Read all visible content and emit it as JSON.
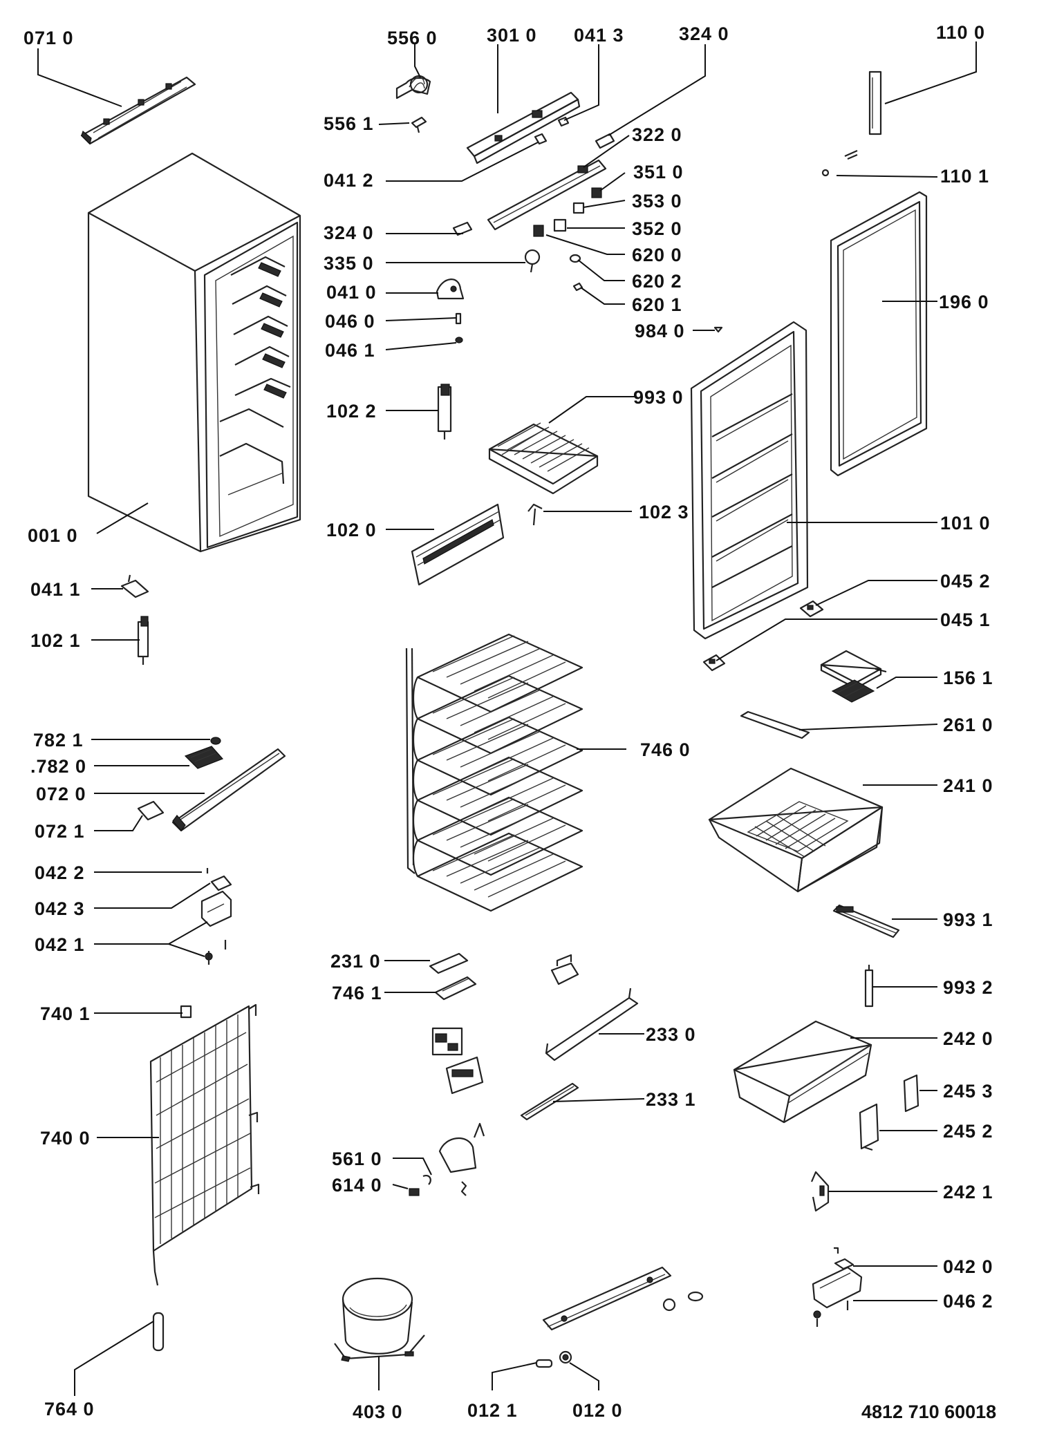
{
  "labels": {
    "p0710": "071 0",
    "p5560": "556 0",
    "p3010": "301 0",
    "p0413": "041 3",
    "p3240a": "324 0",
    "p1100": "110 0",
    "p5561": "556 1",
    "p3220": "322 0",
    "p0412": "041 2",
    "p3510": "351 0",
    "p1101": "110 1",
    "p3530": "353 0",
    "p3240b": "324 0",
    "p3520": "352 0",
    "p6200": "620 0",
    "p3350": "335 0",
    "p6202": "620 2",
    "p0410": "041 0",
    "p1960": "196 0",
    "p6201": "620 1",
    "p0460": "046 0",
    "p9840": "984 0",
    "p0461": "046 1",
    "p1022": "102 2",
    "p9930": "993 0",
    "p0010": "001 0",
    "p1020": "102 0",
    "p1023": "102 3",
    "p1010": "101 0",
    "p0411": "041 1",
    "p0452": "045 2",
    "p1021": "102 1",
    "p0451": "045 1",
    "p1561": "156 1",
    "p7821": "782 1",
    "p2610": "261 0",
    "p7820": ".782 0",
    "p7460": "746 0",
    "p0720": "072 0",
    "p2410": "241 0",
    "p0721": "072 1",
    "p0422": "042 2",
    "p0423": "042 3",
    "p0421": "042 1",
    "p9931": "993 1",
    "p2310": "231 0",
    "p7461": "746 1",
    "p9932": "993 2",
    "p7401": "740 1",
    "p2330": "233 0",
    "p2420": "242 0",
    "p2453": "245 3",
    "p2331": "233 1",
    "p7400": "740 0",
    "p2452": "245 2",
    "p5610": "561 0",
    "p6140": "614 0",
    "p2421": "242 1",
    "p0420": "042 0",
    "p0462": "046 2",
    "p7640": "764 0",
    "p4030": "403 0",
    "p0121": "012 1",
    "p0120": "012 0"
  },
  "document_number": "4812 710 60018"
}
